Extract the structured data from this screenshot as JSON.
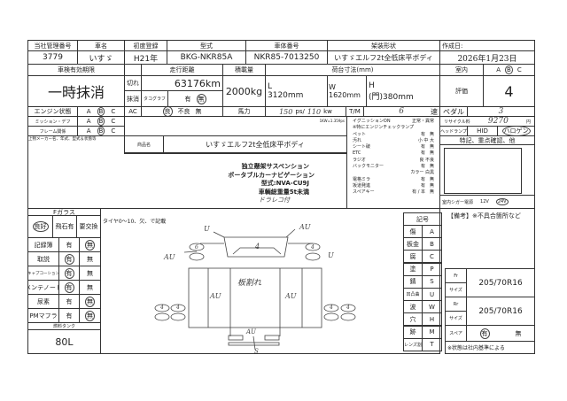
{
  "header": {
    "labels": [
      "当社管理番号",
      "車名",
      "初度登録",
      "型式",
      "車体番号",
      "架装形状",
      "作成日:"
    ],
    "values": [
      "3779",
      "いすゞ",
      "H21年",
      "BKG-NKR85A",
      "NKR85-7013250",
      "いすゞエルフ2t全低床平ボディ",
      "2026年1月23日"
    ]
  },
  "inspection": {
    "label": "車検有効期限",
    "value": "一時抹消",
    "expired": "切れ",
    "deregistered": "抹消",
    "tachograph_label": "タコグラフ",
    "tachograph": [
      "有",
      "無"
    ],
    "tachograph_selected": "無"
  },
  "mileage": {
    "label": "走行距離",
    "value": "63176km"
  },
  "load": {
    "label": "積載量",
    "value": "2000kg"
  },
  "bed": {
    "label": "荷台寸法(mm)",
    "L": "L",
    "L_value": "3120mm",
    "W": "W",
    "W_value": "1620mm",
    "H": "H",
    "H_value": "(門)380mm"
  },
  "interior": {
    "label": "室内",
    "options": [
      "A",
      "B",
      "C"
    ],
    "selected": "B"
  },
  "rating": {
    "label": "評価",
    "value": "4"
  },
  "conditions": [
    {
      "label": "エンジン状態",
      "options": [
        "A",
        "B",
        "C"
      ],
      "selected": "B"
    },
    {
      "label": "ミッション・デフ",
      "options": [
        "A",
        "B",
        "C"
      ],
      "selected": "B"
    },
    {
      "label": "フレーム関係",
      "options": [
        "A",
        "B",
        "C"
      ],
      "selected": "B"
    }
  ],
  "ac": {
    "label": "AC",
    "options": [
      "良",
      "不良",
      "無"
    ],
    "selected": "良"
  },
  "power": {
    "label": "馬力",
    "ps": "150",
    "ps_unit": "ps/",
    "kw": "110",
    "kw_unit": "kw",
    "note": "1KW=1.359ps"
  },
  "tm": {
    "label": "T/M",
    "value": "6",
    "unit": "速"
  },
  "pedal": {
    "label": "ペダル",
    "value": "3"
  },
  "recycle": {
    "label": "リサイクル料",
    "value": "9270",
    "unit": "円"
  },
  "headlamp": {
    "label": "ヘッドランプ",
    "options": [
      "HID",
      "ハロゲン"
    ],
    "selected": "ハロゲン"
  },
  "special_label": "特記、重点確認、他",
  "cigar": {
    "label": "室内シガー電源",
    "options": [
      "12V",
      "24V"
    ],
    "selected": "24V"
  },
  "body_maker_label": "上物メーカー名、年式、型式＆状態等",
  "product": {
    "label": "商品名",
    "value": "いすゞエルフ2t全低床平ボディ"
  },
  "features": [
    "独立懸架サスペンション",
    "ポータブルカーナビゲーション",
    "型式:NVA-CU9J",
    "車輌総重量5t未満",
    "ドラレコ付"
  ],
  "equipment": [
    {
      "label": "イグニッションON",
      "value": "正常・異常"
    },
    {
      "label": "※特にエンジンチェックランプ",
      "value": ""
    },
    {
      "label": "ペット",
      "value": "有　無"
    },
    {
      "label": "汚れ",
      "value": "小 中 大"
    },
    {
      "label": "シート破",
      "value": "有　無"
    },
    {
      "label": "ETC",
      "value": "有　無"
    },
    {
      "label": "ラジオ",
      "value": "良 不良"
    },
    {
      "label": "バックモニター",
      "value": "有　無"
    },
    {
      "label": "",
      "value": "カラー 白黒"
    },
    {
      "label": "電格ミラ",
      "value": "有　無"
    },
    {
      "label": "坂道発進",
      "value": "有　無"
    },
    {
      "label": "スペアキー",
      "value": "有 / 本　無"
    }
  ],
  "glass": {
    "label": "Fガラス",
    "options": [
      "良好",
      "飛石有",
      "要交換"
    ],
    "selected": "良好"
  },
  "documents": [
    {
      "label": "記録簿",
      "selected": "無"
    },
    {
      "label": "取説",
      "selected": "有"
    },
    {
      "label": "キャプコーション",
      "selected": "有"
    },
    {
      "label": "メンテノート",
      "selected": "有"
    },
    {
      "label": "尿素",
      "selected": "無"
    },
    {
      "label": "PMマフラ",
      "selected": "無"
    }
  ],
  "yes": "有",
  "no": "無",
  "fuel": {
    "label": "燃料タンク",
    "value": "80L"
  },
  "diagram": {
    "caption": "タイヤ0～10、欠、で記載",
    "marks": [
      "U",
      "AU",
      "4",
      "U",
      "6",
      "AU",
      "4",
      "AU",
      "AU",
      "板割れ",
      "4",
      "4",
      "4",
      "4",
      "AU",
      "S"
    ]
  },
  "legend": {
    "title": "記号",
    "items": [
      [
        "傷",
        "A"
      ],
      [
        "板金",
        "B"
      ],
      [
        "腐",
        "C"
      ],
      [
        "塗",
        "P"
      ],
      [
        "錆",
        "S"
      ],
      [
        "凹凸曲",
        "U"
      ],
      [
        "波",
        "W"
      ],
      [
        "穴",
        "H"
      ],
      [
        "跡",
        "M"
      ],
      [
        "レンズ割",
        "T"
      ]
    ]
  },
  "remarks_label": "【備考】※不具合箇所など",
  "tires": {
    "fr": "Fr",
    "rr": "Rr",
    "size": "サイズ",
    "fr_value": "205/70R16",
    "rr_value": "205/70R16",
    "spare_label": "スペア",
    "spare": [
      "有",
      "無"
    ],
    "spare_selected": "有"
  },
  "footnote": "※状態は社内基準による"
}
